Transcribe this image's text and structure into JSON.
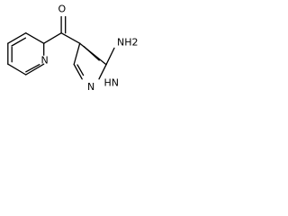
{
  "colors": {
    "background": "#ffffff",
    "ink": "#000000"
  },
  "molecule": {
    "atoms": {
      "carbonyl_oxygen": "O",
      "pyridine_nitrogen": "N",
      "pyrazole_n1": "N",
      "pyrazole_nh": "HN",
      "amino_group": "NH2"
    }
  }
}
